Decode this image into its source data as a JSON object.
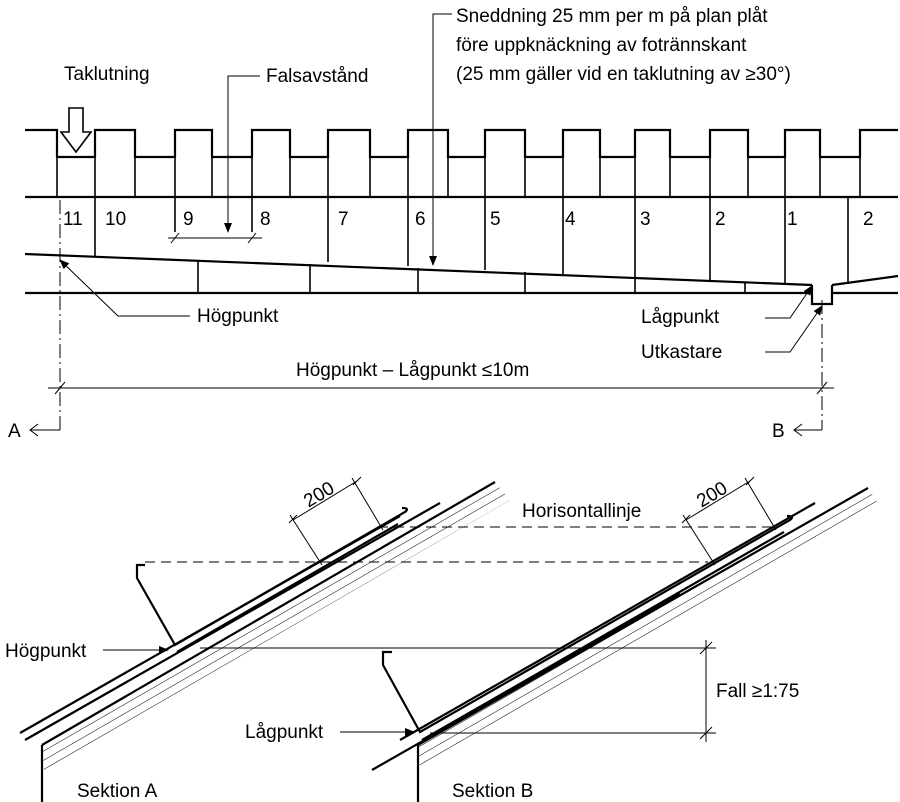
{
  "plan": {
    "taklutning": "Taklutning",
    "falsavstand": "Falsavstånd",
    "sneddning_1": "Sneddning 25 mm per m på plan plåt",
    "sneddning_2": "före uppknäckning av fotrännskant",
    "sneddning_3": "(25 mm gäller vid en taklutning av ≥30°)",
    "hogpunkt": "Högpunkt",
    "lagpunkt": "Lågpunkt",
    "utkastare": "Utkastare",
    "dimension": "Högpunkt – Lågpunkt ≤10m",
    "section_a": "A",
    "section_b": "B",
    "sheet_numbers": [
      "11",
      "10",
      "9",
      "8",
      "7",
      "6",
      "5",
      "4",
      "3",
      "2",
      "1",
      "2"
    ]
  },
  "sections": {
    "dim_a": "200",
    "dim_b": "200",
    "horisontallinje": "Horisontallinje",
    "hogpunkt": "Högpunkt",
    "lagpunkt": "Lågpunkt",
    "fall": "Fall ≥1:75",
    "sektion_a": "Sektion A",
    "sektion_b": "Sektion B"
  }
}
